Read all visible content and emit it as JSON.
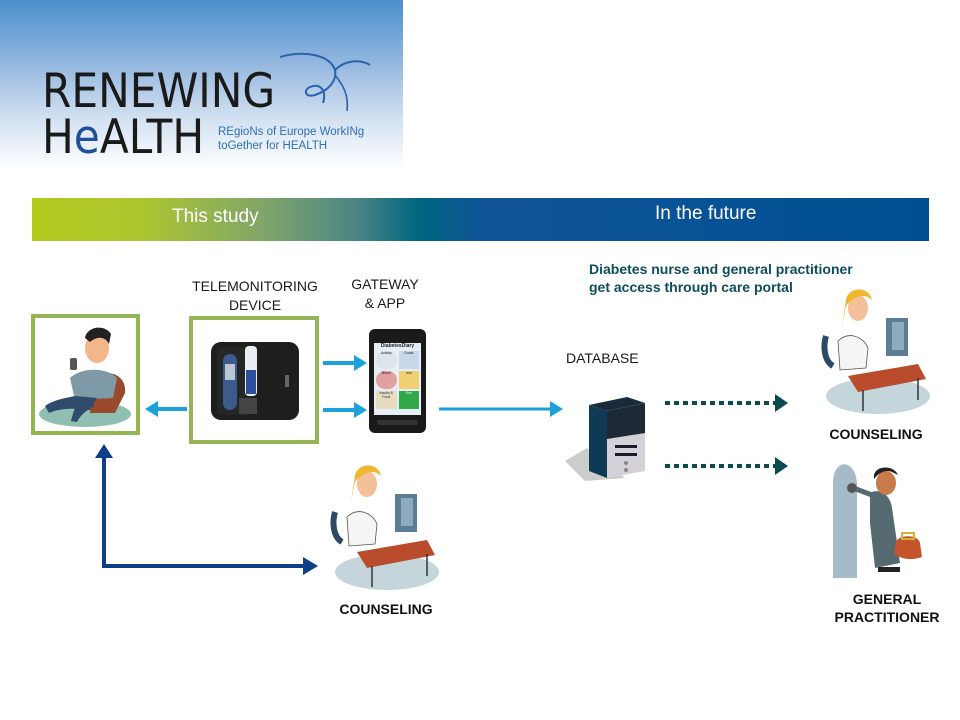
{
  "logo": {
    "line1": "RENEWING",
    "line2_prefix": "H",
    "line2_accent": "e",
    "line2_suffix": "ALTH",
    "tagline_1": "REgioNs of Europe WorkINg",
    "tagline_2": "toGether for HEALTH"
  },
  "banner": {
    "left_label": "This study",
    "right_label": "In the future"
  },
  "diagram": {
    "patient": {
      "label": ""
    },
    "telemonitoring_device": {
      "label_line1": "TELEMONITORING",
      "label_line2": "DEVICE"
    },
    "gateway": {
      "label_line1": "GATEWAY",
      "label_line2": "& APP",
      "app": {
        "title": "DiabetesDiary",
        "tiles": [
          "Activity",
          "Goals",
          "Blood",
          "Info",
          "Insulin & Food",
          "Exit"
        ]
      }
    },
    "database": {
      "label": "DATABASE"
    },
    "future_note": {
      "line1": "Diabetes nurse and general practitioner",
      "line2": "get access through care portal"
    },
    "counseling_current": {
      "label": "COUNSELING"
    },
    "counseling_future": {
      "label": "COUNSELING"
    },
    "general_practitioner": {
      "label_line1": "GENERAL",
      "label_line2": "PRACTITIONER"
    }
  },
  "colors": {
    "green_frame": "#93b553",
    "light_blue_arrow": "#1ba1dc",
    "dark_blue_arrow": "#0f3f87",
    "dotted_arrow": "#0b4a50",
    "banner_green": "#b2c91d",
    "banner_blue": "#004f94"
  }
}
